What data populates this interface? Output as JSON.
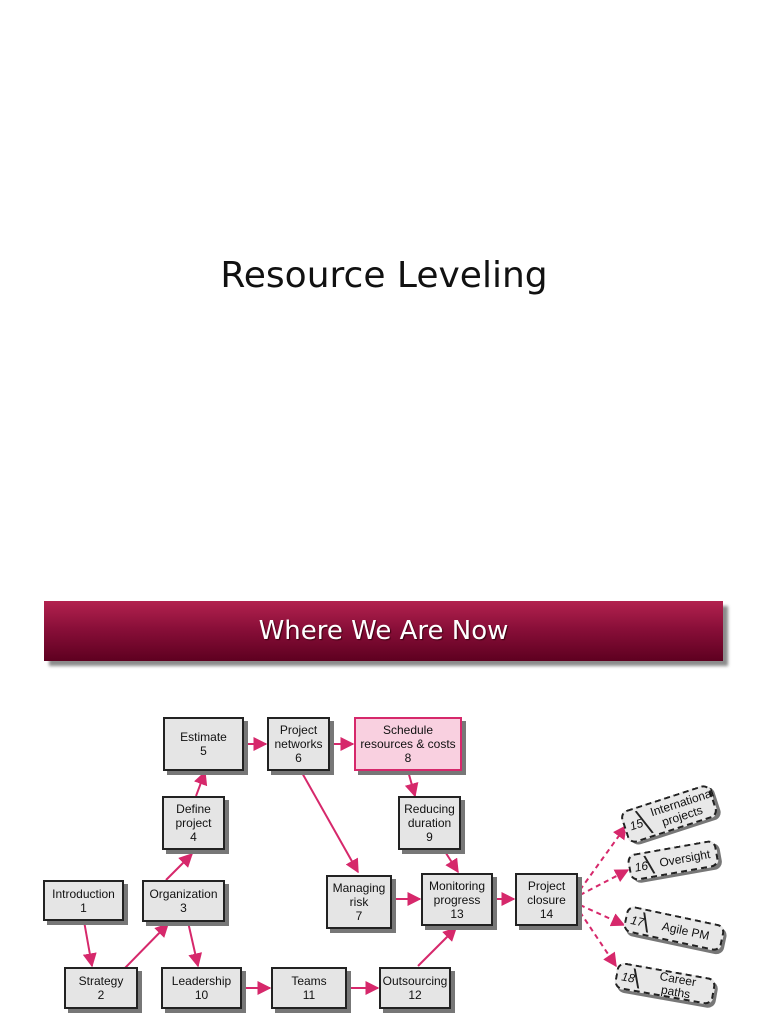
{
  "slide": {
    "title": "Resource Leveling"
  },
  "banner": {
    "title": "Where We Are Now"
  },
  "accent_color": "#d6286b",
  "highlight_fill": "#f9d0e0",
  "chapters": {
    "estimate": {
      "label": "Estimate",
      "num": "5"
    },
    "networks": {
      "label": "Project networks",
      "num": "6"
    },
    "schedule": {
      "label": "Schedule resources & costs",
      "num": "8"
    },
    "define": {
      "label": "Define project",
      "num": "4"
    },
    "reducing": {
      "label": "Reducing duration",
      "num": "9"
    },
    "introduction": {
      "label": "Introduction",
      "num": "1"
    },
    "organization": {
      "label": "Organization",
      "num": "3"
    },
    "managing_risk": {
      "label": "Managing risk",
      "num": "7"
    },
    "monitoring": {
      "label": "Monitoring progress",
      "num": "13"
    },
    "closure": {
      "label": "Project closure",
      "num": "14"
    },
    "strategy": {
      "label": "Strategy",
      "num": "2"
    },
    "leadership": {
      "label": "Leadership",
      "num": "10"
    },
    "teams": {
      "label": "Teams",
      "num": "11"
    },
    "outsourcing": {
      "label": "Outsourcing",
      "num": "12"
    }
  },
  "extensions": {
    "international": {
      "label": "International projects",
      "num": "15"
    },
    "oversight": {
      "label": "Oversight",
      "num": "16"
    },
    "agile": {
      "label": "Agile PM",
      "num": "17"
    },
    "career": {
      "label": "Career paths",
      "num": "18"
    }
  }
}
